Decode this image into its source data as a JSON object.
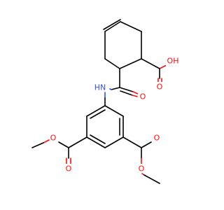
{
  "colors": {
    "background": "#ffffff",
    "carbon_bond": "#000000",
    "oxygen": "#ff0d0d",
    "nitrogen": "#3050f8"
  },
  "labels": {
    "hydroxyl": "OH",
    "carboxyl_oxygen": "O",
    "amide_oxygen": "O",
    "amide_nh": "HN",
    "ester_left_carbonyl_o": "O",
    "ester_left_ether_o": "O",
    "ester_right_carbonyl_o": "O",
    "ester_right_ether_o": "O"
  }
}
